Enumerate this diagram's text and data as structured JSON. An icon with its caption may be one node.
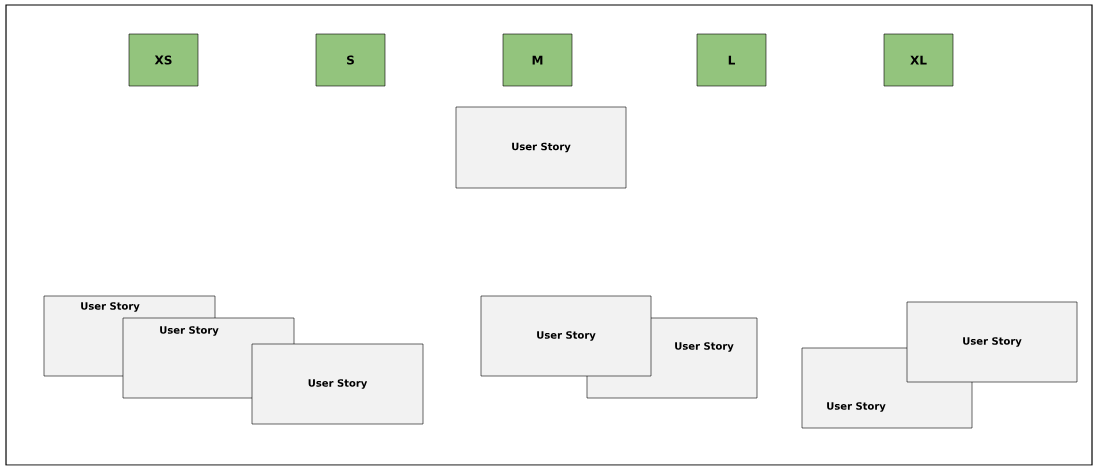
{
  "diagram": {
    "nodes": [
      {
        "text": [
          "XS"
        ]
      },
      {
        "text": [
          "S"
        ]
      },
      {
        "text": [
          "M"
        ]
      },
      {
        "text": [
          "L"
        ]
      },
      {
        "text": [
          "XL"
        ]
      },
      {
        "text": [
          "User Story"
        ]
      },
      {
        "text": [
          "User Story"
        ]
      },
      {
        "text": [
          "User Story"
        ]
      },
      {
        "text": [
          "User Story"
        ]
      },
      {
        "text": [
          "User Story"
        ]
      },
      {
        "text": [
          "User Story"
        ]
      },
      {
        "text": [
          "User Story"
        ]
      },
      {
        "text": [
          "User Story"
        ]
      }
    ]
  }
}
